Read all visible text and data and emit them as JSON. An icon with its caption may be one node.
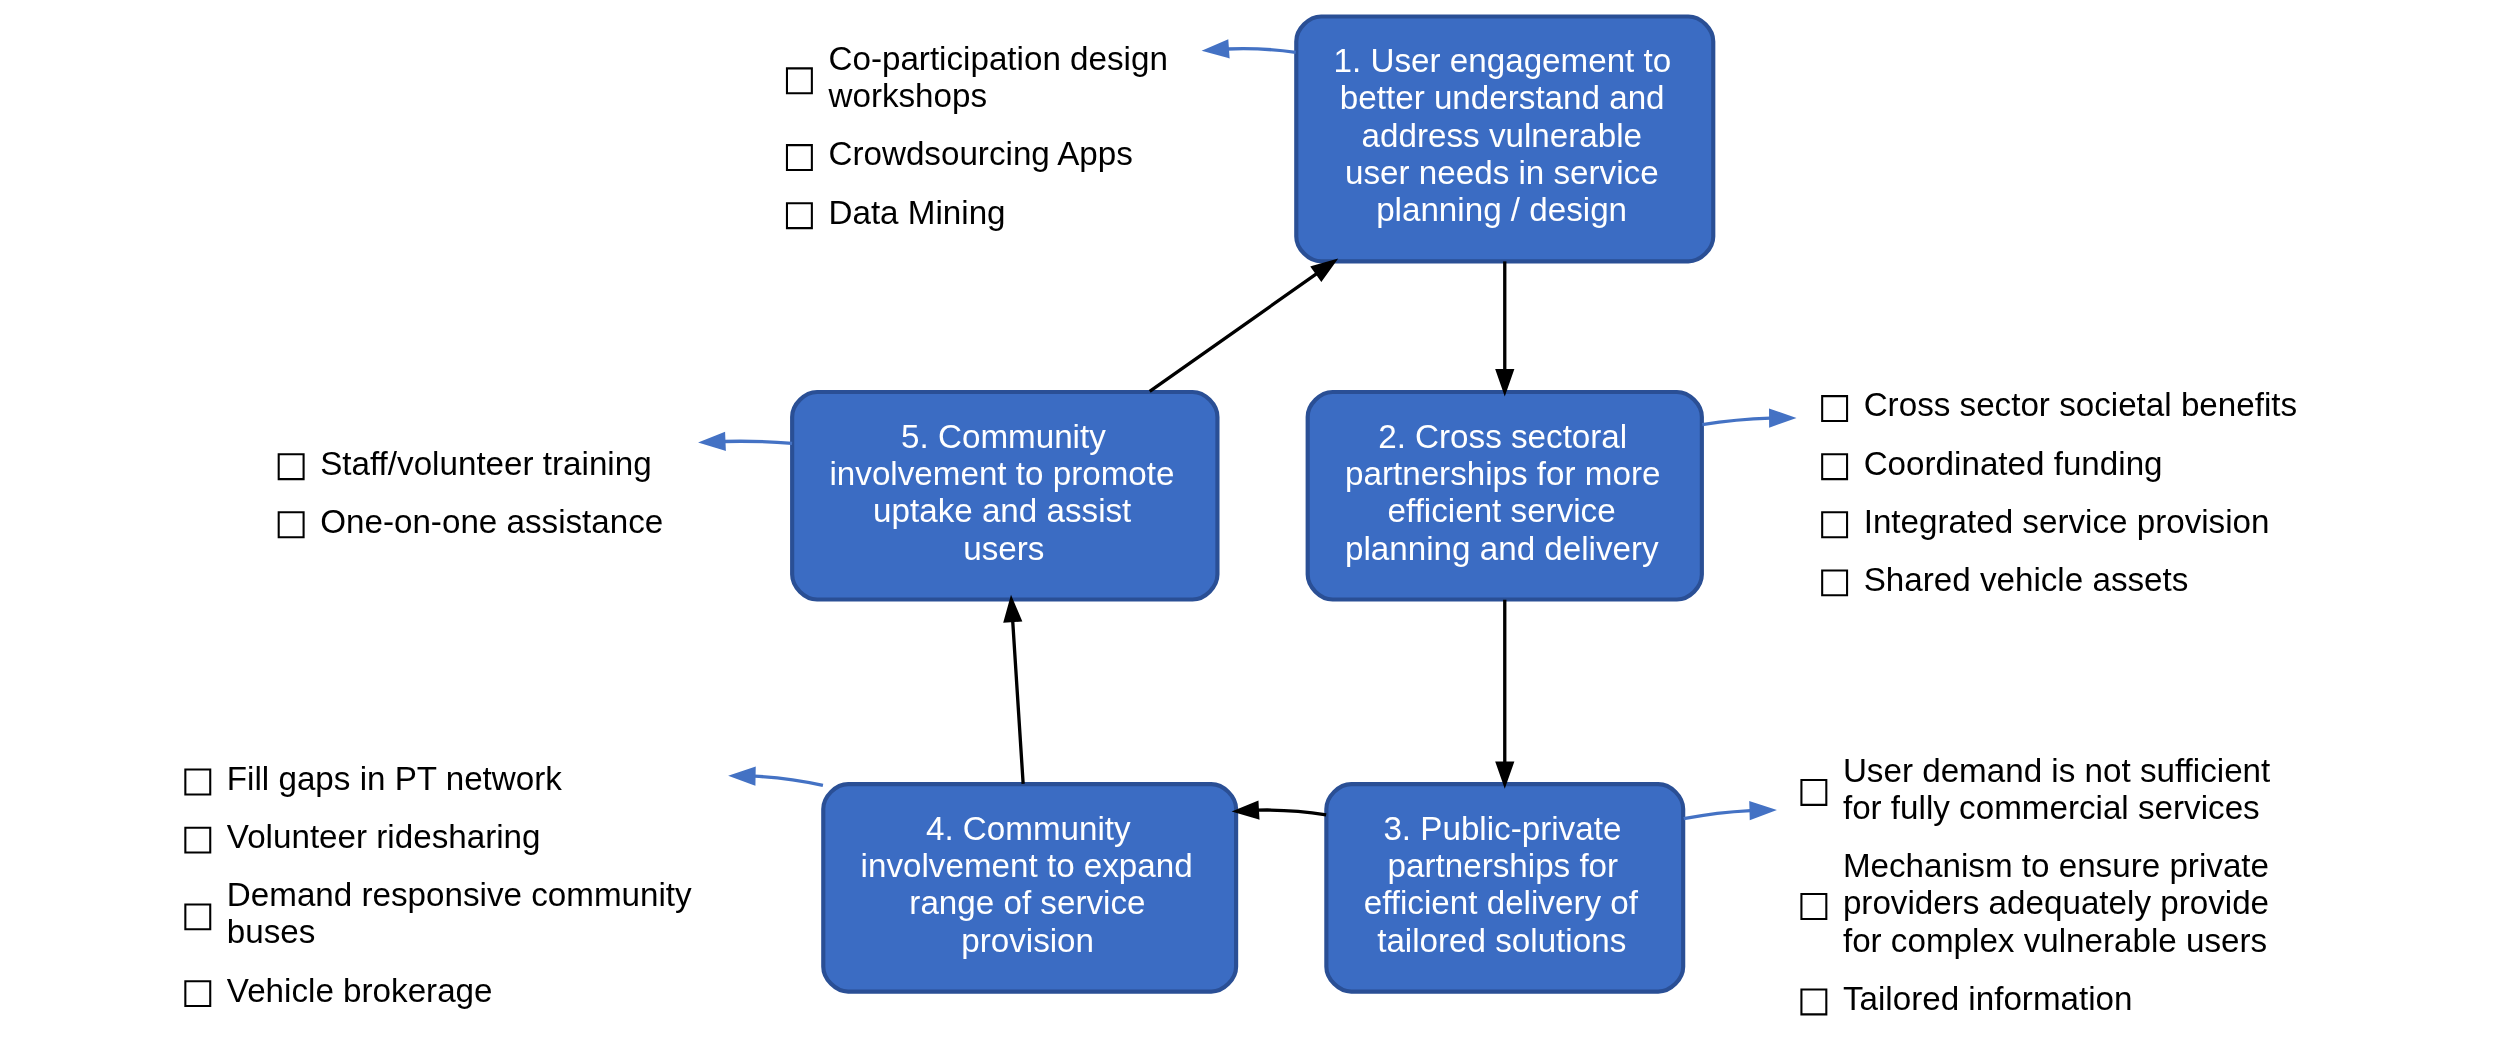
{
  "diagram": {
    "nodes": [
      {
        "text": [
          "1. User engagement to better understand and address vulnerable user needs in service planning / design"
        ]
      },
      {
        "text": [
          "2. Cross sectoral partnerships for more efficient service planning and delivery"
        ]
      },
      {
        "text": [
          "3. Public-private partnerships for efficient delivery of tailored solutions"
        ]
      },
      {
        "text": [
          "4. Community involvement to expand range of service provision"
        ]
      },
      {
        "text": [
          "5. Community involvement to promote uptake and assist users"
        ]
      },
      {
        "text": [
          "Co-participation design workshops",
          "Crowdsourcing Apps",
          "Data Mining"
        ]
      },
      {
        "text": [
          "Cross sector societal benefits",
          "Coordinated funding",
          "Integrated service provision",
          "Shared vehicle assets"
        ]
      },
      {
        "text": [
          "User demand is not sufficient for fully commercial services",
          "Mechanism to ensure private providers adequately provide for complex vulnerable users",
          "Tailored information"
        ]
      },
      {
        "text": [
          "Fill gaps in PT network",
          "Volunteer ridesharing",
          "Demand responsive community buses",
          "Vehicle brokerage"
        ]
      },
      {
        "text": [
          "Staff/volunteer training",
          "One-on-one assistance"
        ]
      }
    ],
    "edges": [
      {
        "from": 0,
        "to": 1,
        "arrow": "to"
      },
      {
        "from": 1,
        "to": 2,
        "arrow": "to"
      },
      {
        "from": 2,
        "to": 3,
        "arrow": "to"
      },
      {
        "from": 3,
        "to": 4,
        "arrow": "to"
      },
      {
        "from": 4,
        "to": 0,
        "arrow": "to"
      },
      {
        "from": 0,
        "to": 5,
        "arrow": "to",
        "color": "#4472c4"
      },
      {
        "from": 1,
        "to": 6,
        "arrow": "to",
        "color": "#4472c4"
      },
      {
        "from": 2,
        "to": 7,
        "arrow": "to",
        "color": "#4472c4"
      },
      {
        "from": 3,
        "to": 8,
        "arrow": "to",
        "color": "#4472c4"
      },
      {
        "from": 4,
        "to": 9,
        "arrow": "to",
        "color": "#4472c4"
      }
    ]
  }
}
